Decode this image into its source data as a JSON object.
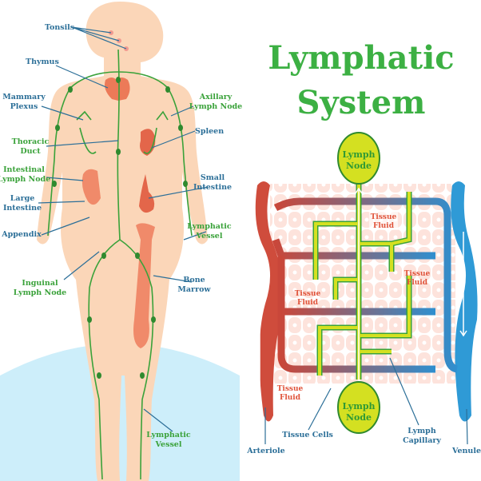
{
  "title": {
    "line1": "Lymphatic",
    "line2": "System"
  },
  "body_labels": {
    "tonsils": "Tonsils",
    "thymus": "Thymus",
    "mammary_plexus": [
      "Mammary",
      "Plexus"
    ],
    "thoracic_duct": [
      "Thoracic",
      "Duct"
    ],
    "intestinal_lymph_node": [
      "Intestinal",
      "Lymph Node"
    ],
    "large_intestine": [
      "Large",
      "Intestine"
    ],
    "appendix": "Appendix",
    "inguinal_lymph_node": [
      "Inguinal",
      "Lymph Node"
    ],
    "axillary_lymph_node": [
      "Axillary",
      "Lymph Node"
    ],
    "spleen": "Spleen",
    "small_intestine": [
      "Small",
      "Intestine"
    ],
    "lymphatic_vessel_upper": [
      "Lymphatic",
      "Vessel"
    ],
    "bone_marrow": [
      "Bone",
      "Marrow"
    ],
    "lymphatic_vessel_lower": [
      "Lymphatic",
      "Vessel"
    ]
  },
  "capillary_labels": {
    "lymph_node_top": [
      "Lymph",
      "Node"
    ],
    "lymph_node_bottom": [
      "Lymph",
      "Node"
    ],
    "tissue_fluid_1": [
      "Tissue",
      "Fluid"
    ],
    "tissue_fluid_2": [
      "Tissue",
      "Fluid"
    ],
    "tissue_fluid_3": [
      "Tissue",
      "Fluid"
    ],
    "tissue_fluid_4": [
      "Tissue",
      "Fluid"
    ],
    "arteriole": "Arteriole",
    "tissue_cells": "Tissue Cells",
    "lymph_capillary": [
      "Lymph",
      "Capillary"
    ],
    "venule": "Venule"
  },
  "colors": {
    "title": "#3cb043",
    "label_blue": "#2c6f98",
    "label_green": "#3aa23a",
    "skin": "#fbd6b8",
    "arteriole": "#c9473a",
    "venule": "#2f9ad6",
    "lymph": "#d4e021"
  }
}
